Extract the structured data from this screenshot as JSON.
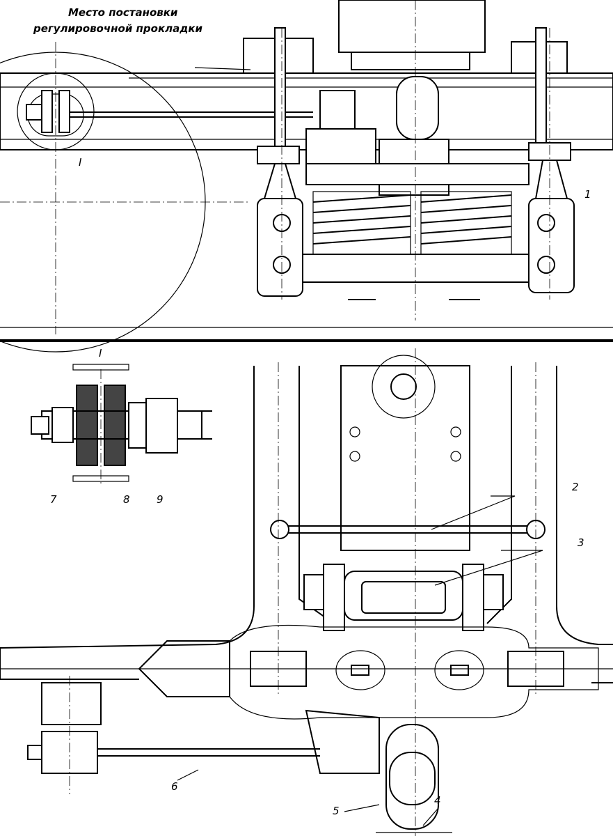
{
  "title_line1": "Место постановки",
  "title_line2": "регулировочной прокладки",
  "callouts": {
    "detail_top": "I",
    "detail_view": "I",
    "n1": "1",
    "n2": "2",
    "n3": "3",
    "n4": "4",
    "n5": "5",
    "n6": "6",
    "n7": "7",
    "n8": "8",
    "n9": "9"
  }
}
